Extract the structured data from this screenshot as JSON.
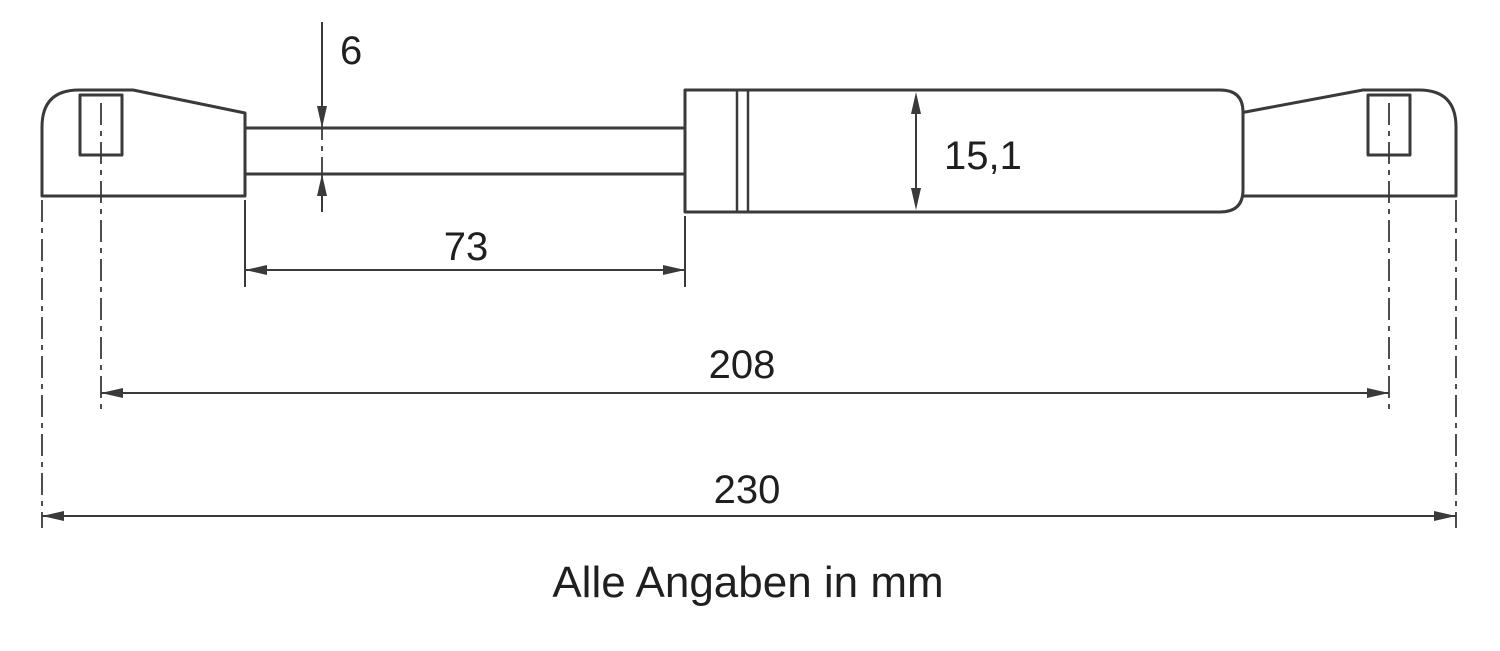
{
  "dimensions": {
    "rod_diameter": "6",
    "rod_length": "73",
    "body_diameter": "15,1",
    "center_distance": "208",
    "total_length": "230"
  },
  "note": "Alle Angaben in mm",
  "colors": {
    "line": "#3a3a3a",
    "text": "#1f1f1f",
    "background": "#ffffff"
  }
}
